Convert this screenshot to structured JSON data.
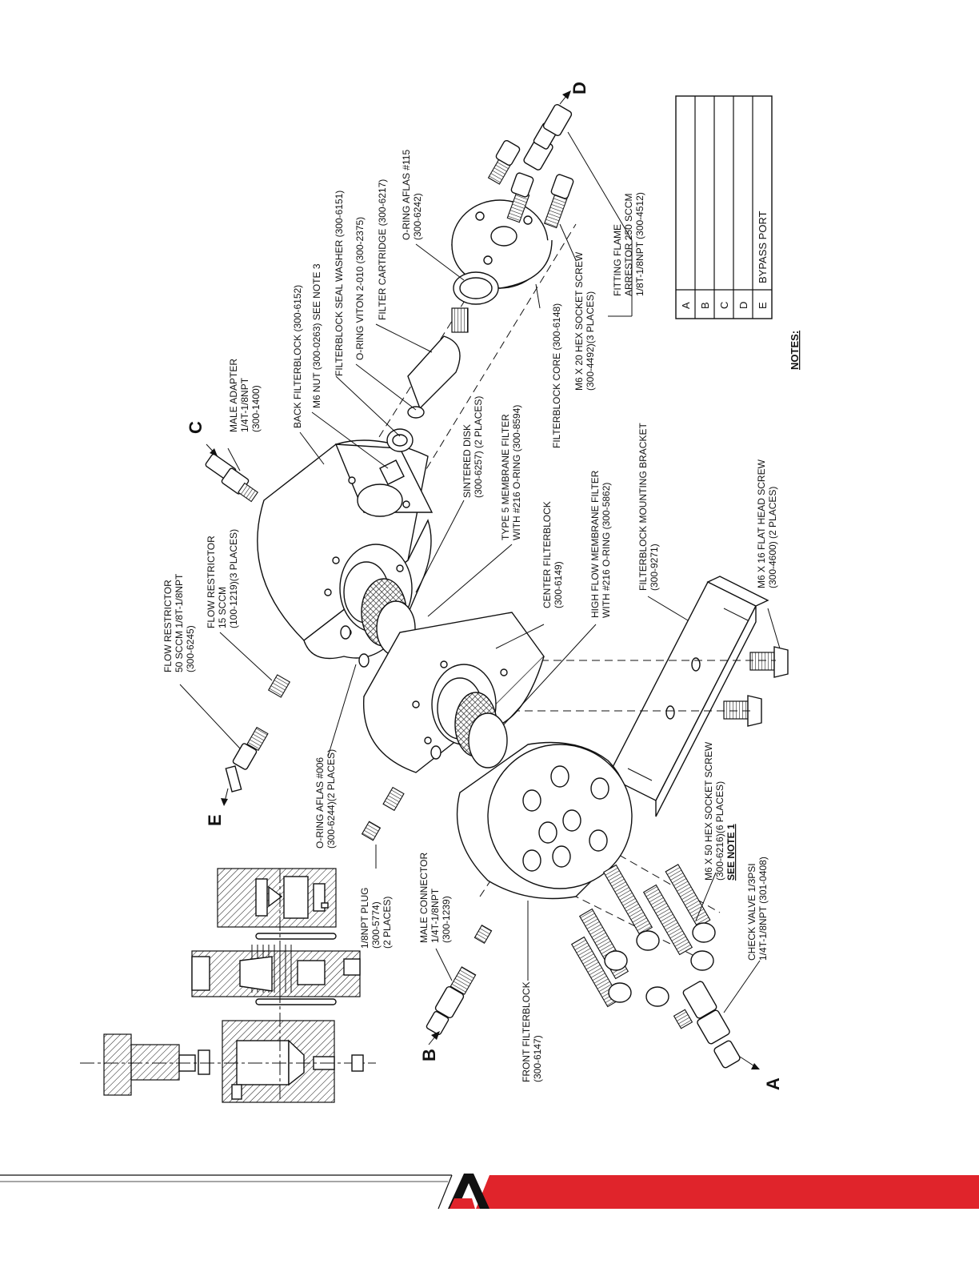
{
  "labels": {
    "flow_restrictor_50": [
      "FLOW RESTRICTOR",
      "50 SCCM 1/8T-1/8NPT",
      "(300-6245)"
    ],
    "flow_restrictor_15": [
      "FLOW RESTRICTOR",
      "15 SCCM",
      "(100-1219)(3 PLACES)"
    ],
    "male_adapter": [
      "MALE ADAPTER",
      "1/4T-1/8NPT",
      "(300-1400)"
    ],
    "back_filterblock": [
      "BACK FILTERBLOCK (300-6152)"
    ],
    "m6_nut": [
      "M6 NUT (300-0263) SEE NOTE 3"
    ],
    "seal_washer": [
      "FILTERBLOCK SEAL WASHER (300-6151)"
    ],
    "oring_viton": [
      "O-RING VITON 2-010 (300-2375)"
    ],
    "filter_cartridge": [
      "FILTER CARTRIDGE (300-6217)"
    ],
    "oring_aflas_115": [
      "O-RING AFLAS #115",
      "(300-6242)"
    ],
    "sintered_disk": [
      "SINTERED DISK",
      "(300-6257) (2 PLACES)"
    ],
    "type5_membrane": [
      "TYPE 5 MEMBRANE FILTER",
      "WITH #216 O-RING (300-8594)"
    ],
    "filterblock_core": [
      "FILTERBLOCK CORE (300-6148)"
    ],
    "m6x20_screw": [
      "M6 X 20 HEX SOCKET SCREW",
      "(300-4492)(3 PLACES)"
    ],
    "flame_arrestor": [
      "FITTING FLAME",
      "ARRESTOR 250 SCCM",
      "1/8T-1/8NPT (300-4512)"
    ],
    "center_filterblock": [
      "CENTER FILTERBLOCK",
      "(300-6149)"
    ],
    "high_flow_membrane": [
      "HIGH FLOW MEMBRANE FILTER",
      "WITH #216 O-RING (300-5862)"
    ],
    "mounting_bracket": [
      "FILTERBLOCK MOUNTING BRACKET",
      "(300-9271)"
    ],
    "m6x16_flat": [
      "M6 X 16 FLAT HEAD SCREW",
      "(300-4600) (2 PLACES)"
    ],
    "oring_aflas_006": [
      "O-RING AFLAS #006",
      "(300-6244)(2 PLACES)"
    ],
    "npt_plug": [
      "1/8NPT PLUG",
      "(300-5774)",
      "(2 PLACES)"
    ],
    "male_connector": [
      "MALE CONNECTOR",
      "1/4T-1/8NPT",
      "(300-1239)"
    ],
    "m6x50_screw": [
      "M6 X 50  HEX SOCKET SCREW",
      "(300-6216)(6 PLACES)",
      "SEE NOTE 1"
    ],
    "check_valve": [
      "CHECK VALVE 1/3PSI",
      "1/4T-1/8NPT (301-0408)"
    ],
    "front_filterblock": [
      "FRONT FILTERBLOCK",
      "(300-6147)"
    ]
  },
  "ports": {
    "a": "A",
    "b": "B",
    "c": "C",
    "d": "D",
    "e": "E"
  },
  "port_table": {
    "rows": [
      {
        "key": "A",
        "desc": ""
      },
      {
        "key": "B",
        "desc": ""
      },
      {
        "key": "C",
        "desc": ""
      },
      {
        "key": "D",
        "desc": ""
      },
      {
        "key": "E",
        "desc": "BYPASS PORT"
      }
    ]
  },
  "notes": {
    "title": "NOTES:"
  },
  "colors": {
    "brand_red": "#e0242b",
    "line": "#111111"
  },
  "footer": {
    "logo": "brand-logo-icon"
  }
}
